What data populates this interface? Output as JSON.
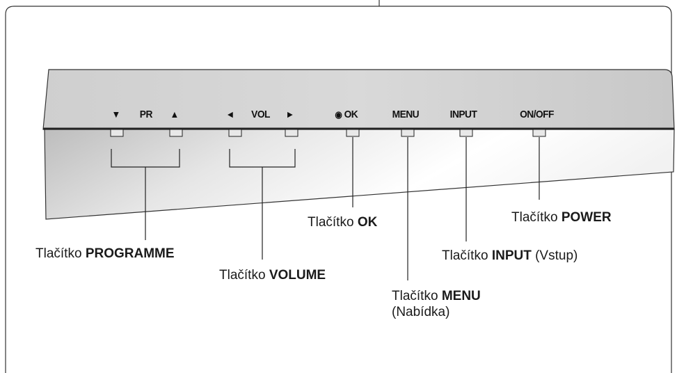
{
  "panel": {
    "labels": {
      "pr_down": "▼",
      "pr": "PR",
      "pr_up": "▲",
      "vol_left": "◄",
      "vol": "VOL",
      "vol_right": "►",
      "ok_symbol": "◉",
      "ok": "OK",
      "menu": "MENU",
      "input": "INPUT",
      "onoff": "ON/OFF"
    }
  },
  "callouts": {
    "programme": {
      "prefix": "Tlačítko",
      "name": "PROGRAMME"
    },
    "volume": {
      "prefix": "Tlačítko",
      "name": "VOLUME"
    },
    "ok": {
      "prefix": "Tlačítko",
      "name": "OK"
    },
    "menu": {
      "prefix": "Tlačítko",
      "name": "MENU",
      "note": "(Nabídka)"
    },
    "input": {
      "prefix": "Tlačítko",
      "name": "INPUT",
      "note": "(Vstup)"
    },
    "power": {
      "prefix": "Tlačítko",
      "name": "POWER"
    }
  }
}
